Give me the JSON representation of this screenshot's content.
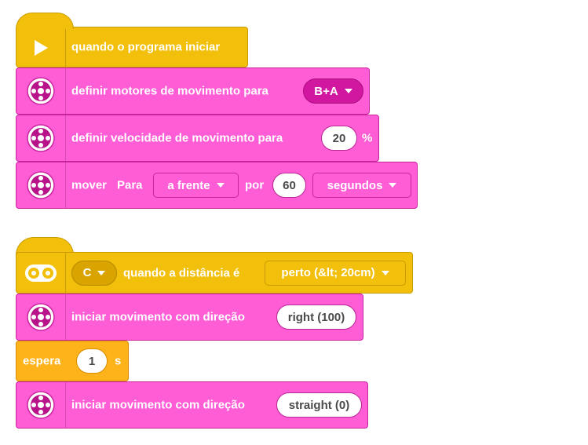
{
  "script1": {
    "hat": {
      "label": "quando o programa iniciar"
    },
    "block1": {
      "label": "definir motores de movimento para",
      "dropdown": "B+A"
    },
    "block2": {
      "label": "definir velocidade de movimento para",
      "value": "20",
      "unit": "%"
    },
    "block3": {
      "label_move": "mover",
      "label_para": "Para",
      "direction": "a frente",
      "label_por": "por",
      "value": "60",
      "unit_dropdown": "segundos"
    }
  },
  "script2": {
    "hat": {
      "port": "C",
      "label": "quando a distância é",
      "condition": "perto (&lt; 20cm)"
    },
    "block1": {
      "label": "iniciar movimento com direção",
      "value": "right (100)"
    },
    "wait": {
      "label": "espera",
      "value": "1",
      "unit": "s"
    },
    "block2": {
      "label": "iniciar movimento com direção",
      "value": "straight (0)"
    }
  },
  "icons": {
    "hat1": "play-icon",
    "hat2": "distance-sensor-icon",
    "motor": "movement-motor-icon"
  },
  "colors": {
    "event_yellow": "#f2bf0a",
    "motor_pink": "#ff5dd6",
    "control_orange": "#ffb31a",
    "dropdown_magenta": "#d1169f"
  }
}
